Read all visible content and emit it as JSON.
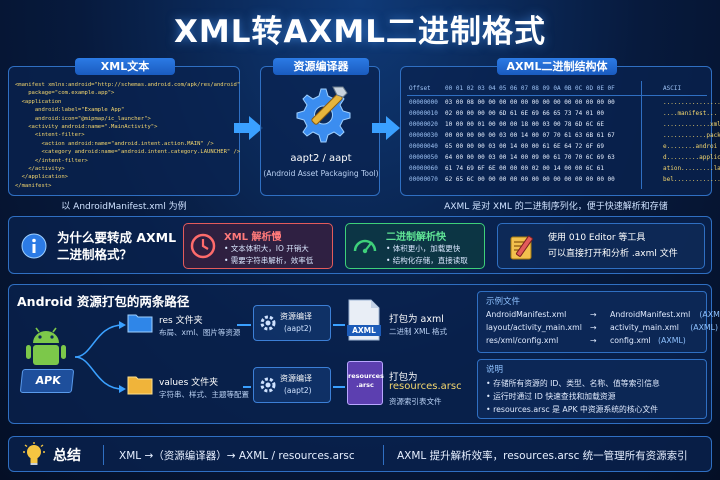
{
  "title": "XML转AXML二进制格式",
  "xml_panel": {
    "tag": "XML文本",
    "code_lines": [
      "<manifest xmlns:android=\"http://schemas.android.com/apk/res/android\"",
      "    package=\"com.example.app\">",
      "  <application",
      "      android:label=\"Example App\"",
      "      android:icon=\"@mipmap/ic_launcher\">",
      "    <activity android:name=\".MainActivity\">",
      "      <intent-filter>",
      "        <action android:name=\"android.intent.action.MAIN\" />",
      "        <category android:name=\"android.intent.category.LAUNCHER\" />",
      "      </intent-filter>",
      "    </activity>",
      "  </application>",
      "</manifest>"
    ],
    "caption": "以 AndroidManifest.xml 为例"
  },
  "compiler_panel": {
    "tag": "资源编译器",
    "tool": "aapt2 / aapt",
    "tool_sub": "(Android Asset Packaging Tool)",
    "icon": "gear-wrench-icon"
  },
  "axml_panel": {
    "tag": "AXML二进制结构体",
    "header_offset": "Offset",
    "header_cols": "00 01 02 03 04 05 06 07 08 09 0A 0B 0C 0D 0E 0F",
    "header_ascii": "ASCII",
    "rows": [
      {
        "off": "00000000",
        "bytes": "03 00 08 00 00 00 00 00 00 00 00 00 00 00 00 00",
        "ascii": "................"
      },
      {
        "off": "00000010",
        "bytes": "02 00 00 00 00 6D 61 6E 69 66 65 73 74 01 00",
        "ascii": "....manifest..."
      },
      {
        "off": "00000020",
        "bytes": "10 00 00 01 00 00 00 18 00 03 00 78 6D 6C 6E",
        "ascii": ".............xmln"
      },
      {
        "off": "00000030",
        "bytes": "00 00 00 00 00 03 00 14 00 07 70 61 63 6B 61 67",
        "ascii": "............packag"
      },
      {
        "off": "00000040",
        "bytes": "65 00 00 00 03 00 14 00 00 61 6E 64 72 6F 69",
        "ascii": "e........androi"
      },
      {
        "off": "00000050",
        "bytes": "64 00 00 00 03 00 14 00 09 00 61 70 70 6C 69 63",
        "ascii": "d.........applic"
      },
      {
        "off": "00000060",
        "bytes": "61 74 69 6F 6E 00 00 00 02 00 14 00 00 6C 61",
        "ascii": "ation.........la"
      },
      {
        "off": "00000070",
        "bytes": "62 65 6C 00 00 00 00 00 00 00 00 00 00 00 00 00",
        "ascii": "bel............."
      }
    ],
    "caption": "AXML 是对 XML 的二进制序列化，便于快速解析和存储"
  },
  "why": {
    "question": "为什么要转成 AXML\n二进制格式？",
    "slow_title": "XML 解析慢",
    "slow_points": [
      "• 文本体积大，IO 开销大",
      "• 需要字符串解析，效率低"
    ],
    "fast_title": "二进制解析快",
    "fast_points": [
      "• 体积更小，加载更快",
      "• 结构化存储，直接读取"
    ],
    "editor_line1": "使用 010 Editor 等工具",
    "editor_line2": "可以直接打开和分析 .axml 文件"
  },
  "paths": {
    "title": "Android 资源打包的两条路径",
    "apk_label": "APK",
    "res_folder": "res 文件夹",
    "res_desc": "布局、xml、图片等资源",
    "values_folder": "values 文件夹",
    "values_desc": "字符串、样式、主题等配置",
    "compiler_1": "资源编译",
    "compiler_1_sub": "(aapt2)",
    "compiler_2": "资源编译",
    "compiler_2_sub": "(aapt2)",
    "pack_axml": "打包为 axml",
    "pack_axml_sub": "二进制 XML 格式",
    "axml_doc_label": "AXML",
    "pack_arsc": "打包为",
    "pack_arsc_file": "resources.arsc",
    "pack_arsc_sub": "资源索引表文件",
    "arsc_doc_label": "resources\n.arsc"
  },
  "examples": {
    "title": "示例文件",
    "rows": [
      {
        "src": "AndroidManifest.xml",
        "dst": "AndroidManifest.xml",
        "tag": "(AXML)"
      },
      {
        "src": "layout/activity_main.xml",
        "dst": "activity_main.xml",
        "tag": "(AXML)"
      },
      {
        "src": "res/xml/config.xml",
        "dst": "config.xml",
        "tag": "(AXML)"
      }
    ],
    "arrow": "→"
  },
  "notes": {
    "title": "说明",
    "items": [
      "• 存储所有资源的 ID、类型、名称、值等索引信息",
      "• 运行时通过 ID 快速查找和加载资源",
      "• resources.arsc 是 APK 中资源系统的核心文件"
    ]
  },
  "summary": {
    "label": "总结",
    "flow": "XML →（资源编译器）→ AXML / resources.arsc",
    "conclusion": "AXML 提升解析效率，resources.arsc 统一管理所有资源索引"
  },
  "colors": {
    "accent": "#2c7be5",
    "slow": "#e35b5b",
    "fast": "#3ed07a",
    "gold": "#f5d76e"
  }
}
